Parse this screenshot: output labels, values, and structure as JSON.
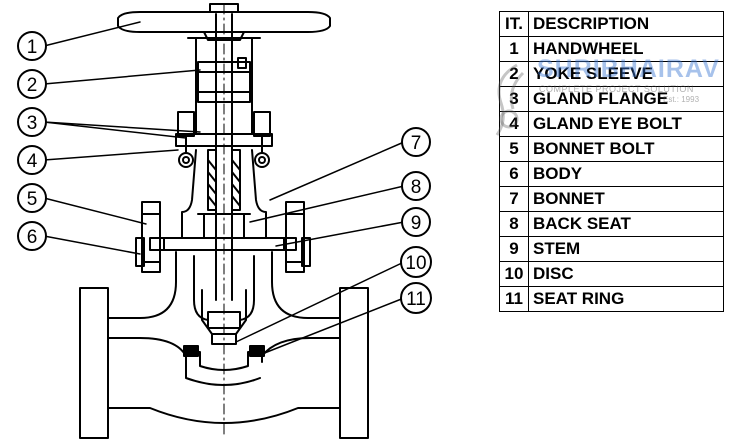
{
  "callouts": [
    "1",
    "2",
    "3",
    "4",
    "5",
    "6",
    "7",
    "8",
    "9",
    "10",
    "11"
  ],
  "table": {
    "header": {
      "num": "IT.",
      "desc": "DESCRIPTION"
    },
    "rows": [
      {
        "num": "1",
        "desc": "HANDWHEEL"
      },
      {
        "num": "2",
        "desc": "YOKE SLEEVE"
      },
      {
        "num": "3",
        "desc": "GLAND FLANGE"
      },
      {
        "num": "4",
        "desc": "GLAND EYE BOLT"
      },
      {
        "num": "5",
        "desc": "BONNET BOLT"
      },
      {
        "num": "6",
        "desc": "BODY"
      },
      {
        "num": "7",
        "desc": "BONNET"
      },
      {
        "num": "8",
        "desc": "BACK SEAT"
      },
      {
        "num": "9",
        "desc": "STEM"
      },
      {
        "num": "10",
        "desc": "DISC"
      },
      {
        "num": "11",
        "desc": "SEAT RING"
      }
    ]
  },
  "watermark": {
    "brand": "SHRIBHAIRAV",
    "tagline": "COMPLETE PROJECT SOLUTION",
    "est": "Est.: 1993"
  }
}
